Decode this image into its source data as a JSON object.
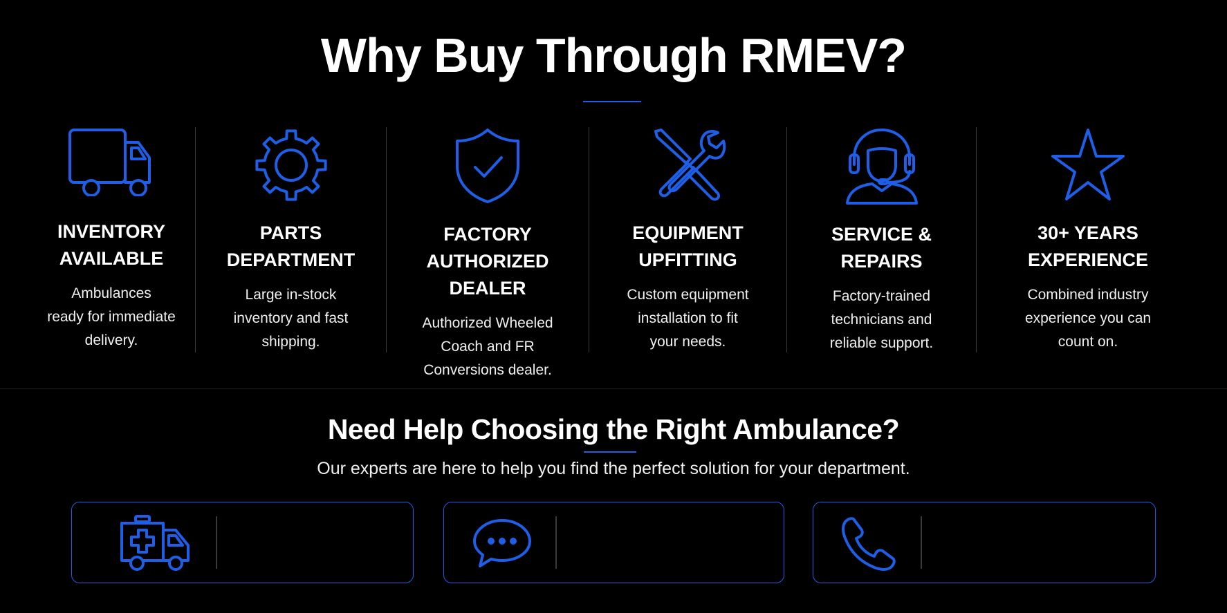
{
  "header": {
    "title": "Why Buy Through RMEV?"
  },
  "features": [
    {
      "icon": "truck-icon",
      "title": "INVENTORY\nAVAILABLE",
      "description": "Ambulances\nready for immediate\ndelivery."
    },
    {
      "icon": "gear-icon",
      "title": "PARTS\nDEPARTMENT",
      "description": "Large in-stock\ninventory and fast\nshipping."
    },
    {
      "icon": "shield-check-icon",
      "title": "FACTORY\nAUTHORIZED DEALER",
      "description": "Authorized Wheeled\nCoach and FR\nConversions dealer."
    },
    {
      "icon": "tools-icon",
      "title": "EQUIPMENT\nUPFITTING",
      "description": "Custom equipment\ninstallation to fit\nyour needs."
    },
    {
      "icon": "headset-agent-icon",
      "title": "SERVICE &\nREPAIRS",
      "description": "Factory-trained\ntechnicians and\nreliable support."
    },
    {
      "icon": "star-icon",
      "title": "30+ YEARS\nEXPERIENCE",
      "description": "Combined industry\nexperience you can\ncount on."
    }
  ],
  "help": {
    "title": "Need Help Choosing the Right Ambulance?",
    "subtitle": "Our experts are here to help you find the perfect solution for your department."
  },
  "cards": [
    {
      "icon": "ambulance-icon",
      "label": ""
    },
    {
      "icon": "chat-bubble-icon",
      "label": ""
    },
    {
      "icon": "phone-icon",
      "label": ""
    }
  ],
  "colors": {
    "background": "#000000",
    "accent": "#1f5ee6",
    "text": "#ffffff",
    "separator": "#3a3a3a"
  }
}
